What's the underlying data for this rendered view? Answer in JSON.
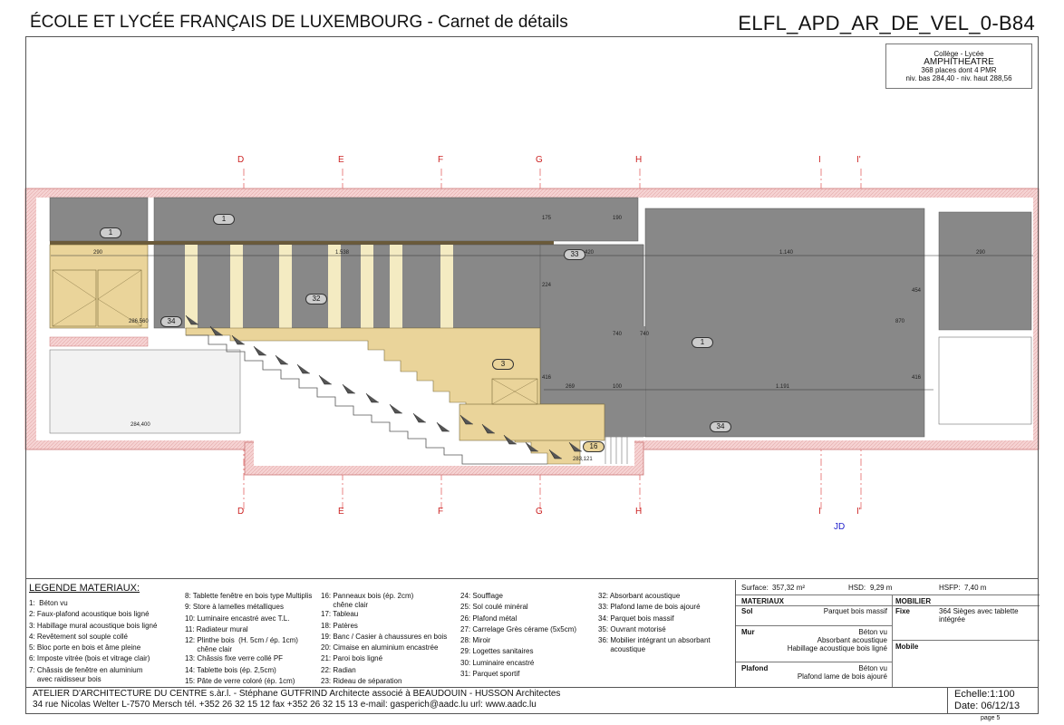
{
  "header": {
    "title": "ÉCOLE ET LYCÉE FRANÇAIS DE LUXEMBOURG - Carnet de détails",
    "code": "ELFL_APD_AR_DE_VEL_0-B84"
  },
  "infobox": {
    "line1": "Collège - Lycée",
    "line2": "AMPHITHEATRE",
    "line3": "368 places dont 4 PMR",
    "line4": "niv. bas 284,40 - niv. haut 288,56"
  },
  "drawing": {
    "axes": [
      "D",
      "E",
      "F",
      "G",
      "H",
      "I",
      "I'"
    ],
    "section_tag": "JD",
    "labels": {
      "l1a": "1",
      "l1b": "1",
      "l1c": "1",
      "l32": "32",
      "l33": "33",
      "l34a": "34",
      "l34b": "34",
      "l3": "3",
      "l16": "16"
    },
    "dims": {
      "d290a": "290",
      "d1538": "1.538",
      "d420": "420",
      "d1140": "1.140",
      "d290b": "290",
      "d269": "269",
      "d100": "100",
      "d1191": "1.191",
      "d175": "175",
      "d190": "190",
      "d224": "224",
      "d416a": "416",
      "d740a": "740",
      "d740b": "740",
      "d454": "454",
      "d870": "870",
      "d416b": "416"
    },
    "levels": {
      "lev1": "286,560",
      "lev2": "284,400",
      "lev3": "283,121"
    }
  },
  "legend": {
    "title": "LEGENDE MATERIAUX:",
    "col1": [
      "1:  Béton vu",
      "2: Faux-plafond acoustique bois ligné",
      "3: Habillage mural acoustique bois ligné",
      "4: Revêtement sol souple collé",
      "5: Bloc porte en bois et âme pleine",
      "6: Imposte vitrée (bois et vitrage clair)",
      "7: Châssis de fenêtre en aluminium",
      "    avec raidisseur bois"
    ],
    "col2": [
      "8: Tablette fenêtre en bois type Multiplis",
      "9: Store à lamelles métalliques",
      "10: Luminaire encastré avec T.L.",
      "11: Radiateur mural",
      "12: Plinthe bois  (H. 5cm / ép. 1cm)",
      "      chêne clair",
      "13: Châssis fixe verre collé PF",
      "14: Tablette bois (ép. 2,5cm)",
      "15: Pâte de verre coloré (ép. 1cm)"
    ],
    "col3": [
      "16: Panneaux bois (ép. 2cm)",
      "      chêne clair",
      "17: Tableau",
      "18: Patères",
      "19: Banc / Casier à chaussures en bois",
      "20: Cimaise en aluminium encastrée",
      "21: Paroi bois ligné",
      "22: Radian",
      "23: Rideau de séparation"
    ],
    "col4": [
      "24: Soufflage",
      "25: Sol coulé minéral",
      "26: Plafond métal",
      "27: Carrelage Grès cérame (5x5cm)",
      "28: Miroir",
      "29: Logettes sanitaires",
      "30: Luminaire encastré",
      "31: Parquet sportif"
    ],
    "col5": [
      "32: Absorbant acoustique",
      "33: Plafond lame de bois ajouré",
      "34: Parquet bois massif",
      "35: Ouvrant motorisé",
      "36: Mobilier intégrant un absorbant",
      "      acoustique"
    ]
  },
  "table": {
    "surface_label": "Surface:",
    "surface_value": "357,32 m²",
    "hsd_label": "HSD:",
    "hsd_value": "9,29 m",
    "hsfp_label": "HSFP:",
    "hsfp_value": "7,40 m",
    "materiaux": "MATERIAUX",
    "mobilier": "MOBILIER",
    "sol_label": "Sol",
    "sol_value": "Parquet bois massif",
    "fixe_label": "Fixe",
    "fixe_value": "364 Sièges avec tablette intégrée",
    "mur_label": "Mur",
    "mur_v1": "Béton vu",
    "mur_v2": "Absorbant acoustique",
    "mur_v3": "Habillage acoustique bois ligné",
    "mobile_label": "Mobile",
    "plafond_label": "Plafond",
    "plafond_v1": "Béton vu",
    "plafond_v2": "Plafond lame de bois ajouré"
  },
  "footer": {
    "line1": "ATELIER D'ARCHITECTURE DU CENTRE s.àr.l. - Stéphane GUTFRIND Architecte associé à BEAUDOUIN - HUSSON Architectes",
    "line2": "34 rue Nicolas Welter   L-7570 Mersch   tél. +352 26 32 15 12   fax +352 26 32 15 13   e-mail: gasperich@aadc.lu   url: www.aadc.lu",
    "scale": "Echelle:1:100",
    "date": "Date: 06/12/13",
    "page": "page 5"
  }
}
